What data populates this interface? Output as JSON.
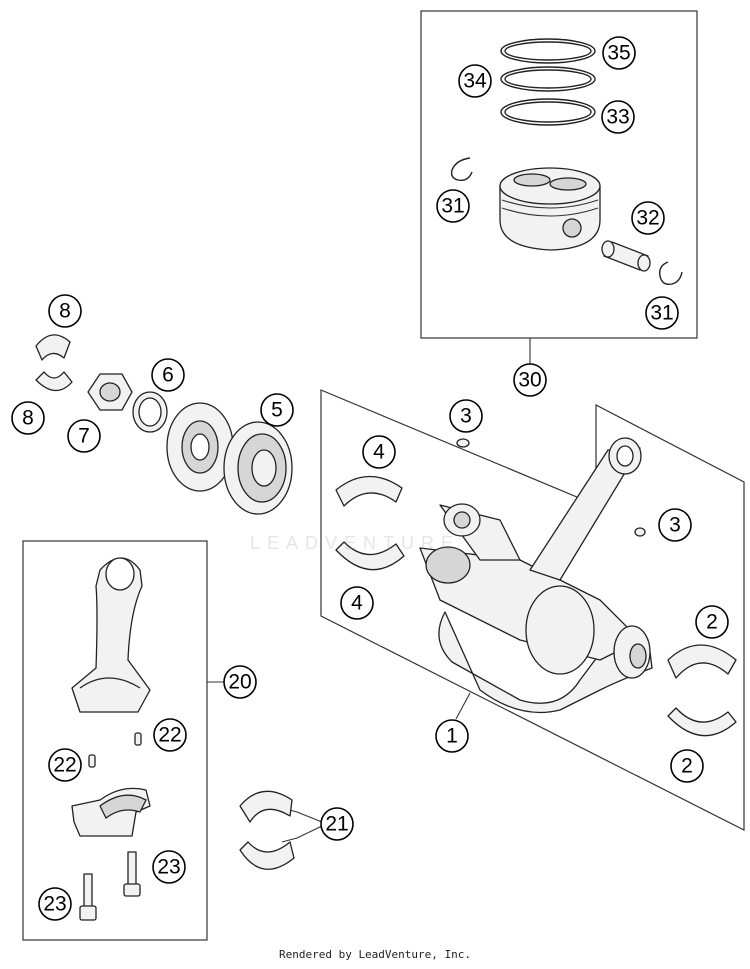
{
  "footer": "Rendered by LeadVenture, Inc.",
  "watermark": "LEADVENTURE",
  "callouts": [
    {
      "id": "c35",
      "label": "35"
    },
    {
      "id": "c34",
      "label": "34"
    },
    {
      "id": "c33",
      "label": "33"
    },
    {
      "id": "c31a",
      "label": "31"
    },
    {
      "id": "c32",
      "label": "32"
    },
    {
      "id": "c31b",
      "label": "31"
    },
    {
      "id": "c30",
      "label": "30"
    },
    {
      "id": "c8a",
      "label": "8"
    },
    {
      "id": "c8b",
      "label": "8"
    },
    {
      "id": "c6",
      "label": "6"
    },
    {
      "id": "c7",
      "label": "7"
    },
    {
      "id": "c5",
      "label": "5"
    },
    {
      "id": "c3a",
      "label": "3"
    },
    {
      "id": "c4a",
      "label": "4"
    },
    {
      "id": "c3b",
      "label": "3"
    },
    {
      "id": "c4b",
      "label": "4"
    },
    {
      "id": "c2a",
      "label": "2"
    },
    {
      "id": "c20",
      "label": "20"
    },
    {
      "id": "c1",
      "label": "1"
    },
    {
      "id": "c22a",
      "label": "22"
    },
    {
      "id": "c22b",
      "label": "22"
    },
    {
      "id": "c2b",
      "label": "2"
    },
    {
      "id": "c21",
      "label": "21"
    },
    {
      "id": "c23a",
      "label": "23"
    },
    {
      "id": "c23b",
      "label": "23"
    }
  ]
}
